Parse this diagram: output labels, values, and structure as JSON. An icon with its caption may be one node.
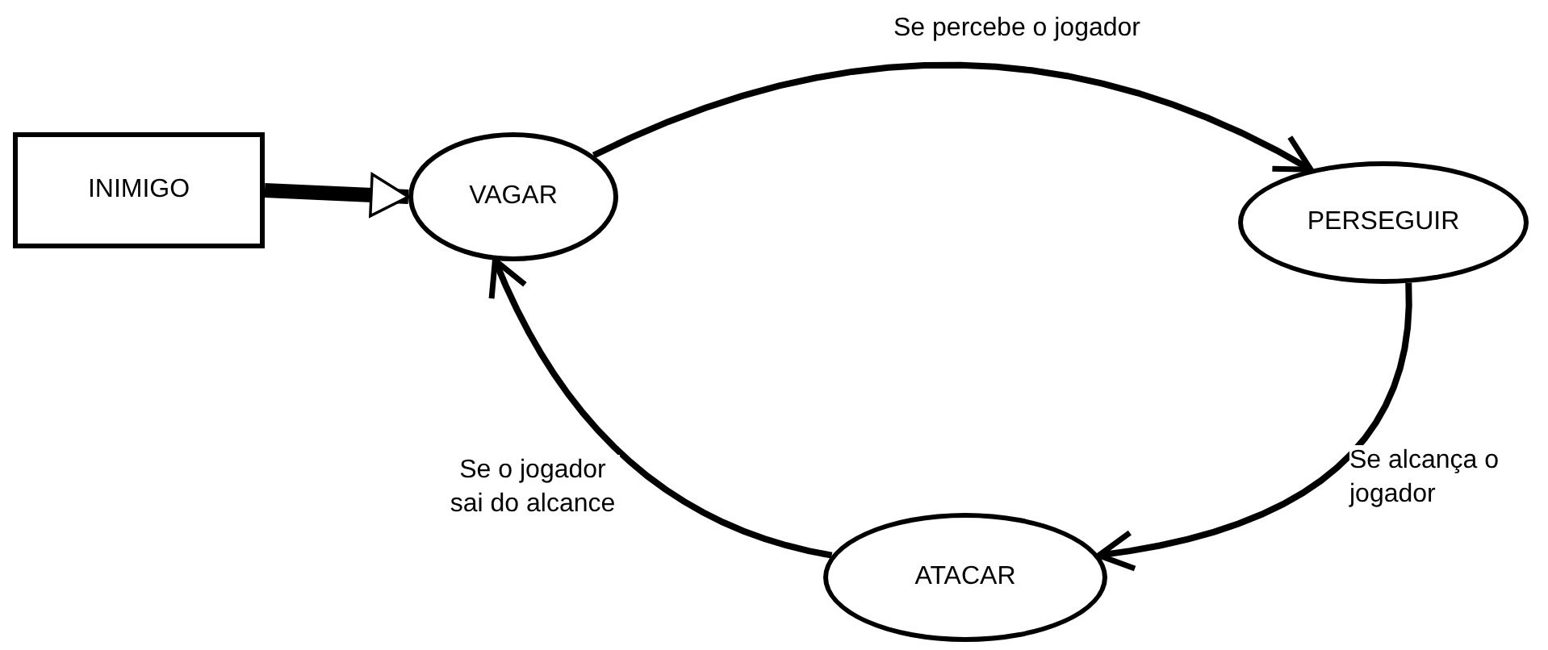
{
  "diagram": {
    "nodes": [
      {
        "text": [
          "INIMIGO"
        ]
      },
      {
        "text": [
          "VAGAR"
        ]
      },
      {
        "text": [
          "PERSEGUIR"
        ]
      },
      {
        "text": [
          "ATACAR"
        ]
      }
    ],
    "edges": [
      {
        "from": 0,
        "to": 1,
        "arrow": "to",
        "style": "thick"
      },
      {
        "from": 1,
        "to": 2,
        "arrow": "to",
        "label": "Se percebe o jogador"
      },
      {
        "from": 2,
        "to": 3,
        "arrow": "to",
        "label": "Se alcança o jogador"
      },
      {
        "from": 3,
        "to": 1,
        "arrow": "to",
        "label": "Se o jogador sai do alcance"
      }
    ]
  }
}
